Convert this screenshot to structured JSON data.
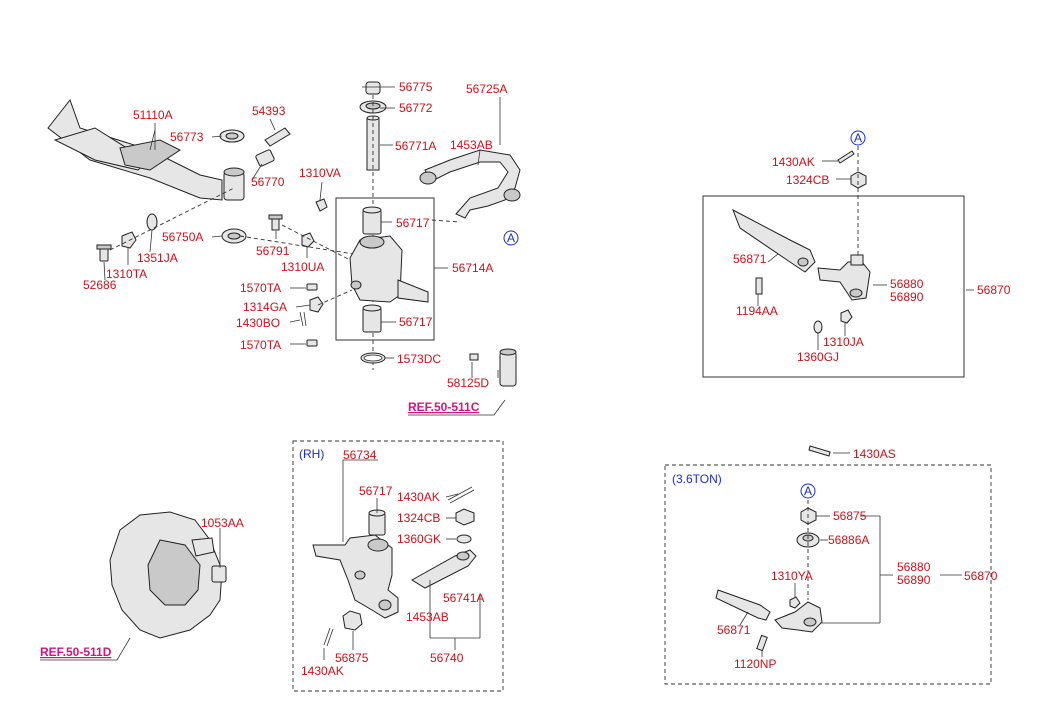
{
  "labels": {
    "p51110A": "51110A",
    "p56773": "56773",
    "p54393": "54393",
    "p56770": "56770",
    "p56750A": "56750A",
    "p1351JA": "1351JA",
    "p1310TA": "1310TA",
    "p52686": "52686",
    "p56775": "56775",
    "p56772": "56772",
    "p56771A": "56771A",
    "p1310VA": "1310VA",
    "p56717a": "56717",
    "p56791": "56791",
    "p1310UA": "1310UA",
    "p56714A": "56714A",
    "p1570TAa": "1570TA",
    "p1314GA": "1314GA",
    "p1430BO": "1430BO",
    "p56717b": "56717",
    "p1570TAb": "1570TA",
    "p1573DC": "1573DC",
    "p56725A": "56725A",
    "p1453ABa": "1453AB",
    "p58125D": "58125D",
    "p1430AKa": "1430AK",
    "p1324CBa": "1324CB",
    "p56871a": "56871",
    "p56880a": "56880",
    "p56890a": "56890",
    "p56870a": "56870",
    "p1194AA": "1194AA",
    "p1310JA": "1310JA",
    "p1360GJ": "1360GJ",
    "p1053AA": "1053AA",
    "p56734": "56734",
    "p56717c": "56717",
    "p1430AKb": "1430AK",
    "p1324CBb": "1324CB",
    "p1360GK": "1360GK",
    "p56741A": "56741A",
    "p1453ABb": "1453AB",
    "p56875a": "56875",
    "p56740": "56740",
    "p1430AKc": "1430AK",
    "p1430AS": "1430AS",
    "p56875b": "56875",
    "p56886A": "56886A",
    "p56880b": "56880",
    "p56890b": "56890",
    "p56870b": "56870",
    "p1310YA": "1310YA",
    "p56871b": "56871",
    "p1120NP": "1120NP"
  },
  "refs": {
    "ref511C": "REF.50-511C",
    "ref511D": "REF.50-511D"
  },
  "callouts": {
    "circleA": "A"
  },
  "groups": {
    "rh": "(RH)",
    "ton36": "(3.6TON)"
  }
}
